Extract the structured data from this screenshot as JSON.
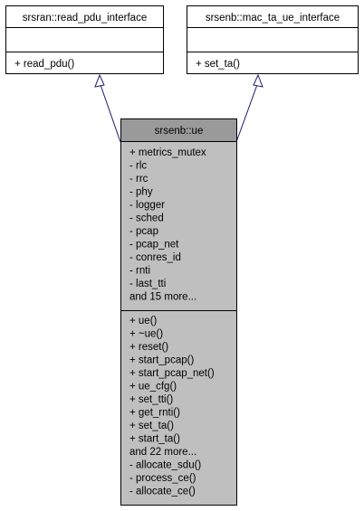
{
  "classes": {
    "read_pdu_interface": {
      "title": "srsran::read_pdu_interface",
      "attributes": [],
      "methods": [
        "+ read_pdu()"
      ]
    },
    "mac_ta_ue_interface": {
      "title": "srsenb::mac_ta_ue_interface",
      "attributes": [],
      "methods": [
        "+ set_ta()"
      ]
    },
    "ue": {
      "title": "srsenb::ue",
      "attributes": [
        "+ metrics_mutex",
        "- rlc",
        "- rrc",
        "- phy",
        "- logger",
        "- sched",
        "- pcap",
        "- pcap_net",
        "- conres_id",
        "- rnti",
        "- last_tti",
        "and 15 more..."
      ],
      "methods": [
        "+ ue()",
        "+ ~ue()",
        "+ reset()",
        "+ start_pcap()",
        "+ start_pcap_net()",
        "+ ue_cfg()",
        "+ set_tti()",
        "+ get_rnti()",
        "+ set_ta()",
        "+ start_ta()",
        "and 22 more...",
        "- allocate_sdu()",
        "- process_ce()",
        "- allocate_ce()"
      ]
    }
  },
  "edges": [
    {
      "from": "ue",
      "to": "read_pdu_interface",
      "type": "inheritance"
    },
    {
      "from": "ue",
      "to": "mac_ta_ue_interface",
      "type": "inheritance"
    }
  ],
  "colors": {
    "main_fill": "#bfbfbf",
    "main_title_fill": "#9a9a9a",
    "edge": "#191970"
  }
}
